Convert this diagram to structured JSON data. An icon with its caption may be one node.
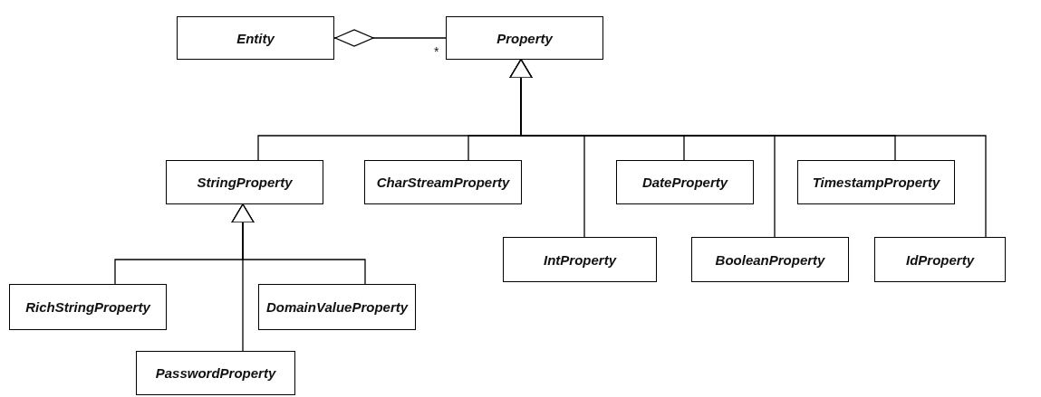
{
  "diagram": {
    "nodes": [
      {
        "text": [
          "Entity"
        ]
      },
      {
        "text": [
          "Property"
        ]
      },
      {
        "text": [
          "StringProperty"
        ]
      },
      {
        "text": [
          "CharStreamProperty"
        ]
      },
      {
        "text": [
          "IntProperty"
        ]
      },
      {
        "text": [
          "DateProperty"
        ]
      },
      {
        "text": [
          "BooleanProperty"
        ]
      },
      {
        "text": [
          "TimestampProperty"
        ]
      },
      {
        "text": [
          "IdProperty"
        ]
      },
      {
        "text": [
          "RichStringProperty"
        ]
      },
      {
        "text": [
          "DomainValueProperty"
        ]
      },
      {
        "text": [
          "PasswordProperty"
        ]
      }
    ],
    "edges": [
      {
        "from": 0,
        "to": 1,
        "arrow": "other",
        "label": "*"
      },
      {
        "from": 2,
        "to": 1,
        "arrow": "to"
      },
      {
        "from": 3,
        "to": 1,
        "arrow": "to"
      },
      {
        "from": 4,
        "to": 1,
        "arrow": "to"
      },
      {
        "from": 5,
        "to": 1,
        "arrow": "to"
      },
      {
        "from": 6,
        "to": 1,
        "arrow": "to"
      },
      {
        "from": 7,
        "to": 1,
        "arrow": "to"
      },
      {
        "from": 8,
        "to": 1,
        "arrow": "to"
      },
      {
        "from": 9,
        "to": 2,
        "arrow": "to"
      },
      {
        "from": 10,
        "to": 2,
        "arrow": "to"
      },
      {
        "from": 11,
        "to": 2,
        "arrow": "to"
      }
    ]
  }
}
